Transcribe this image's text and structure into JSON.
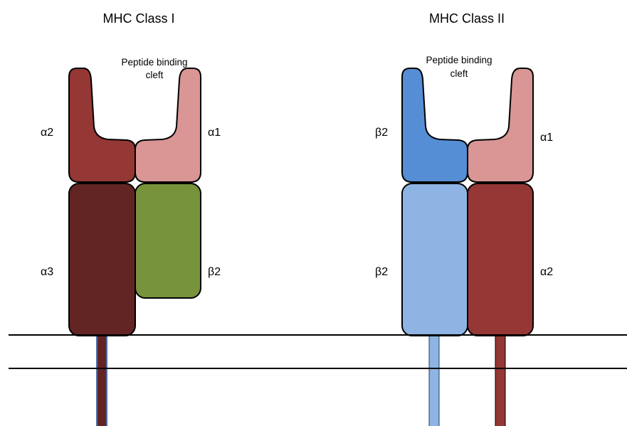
{
  "class_i": {
    "title": "MHC Class I",
    "cleft_line1": "Peptide binding",
    "cleft_line2": "cleft",
    "alpha2_label": "α2",
    "alpha1_label": "α1",
    "alpha3_label": "α3",
    "beta2_label": "β2",
    "colors": {
      "alpha2": "#953735",
      "alpha1": "#d99694",
      "alpha3": "#632523",
      "beta2m": "#77933c",
      "tail": "#632523",
      "tail_edge": "#4f6fa8"
    }
  },
  "class_ii": {
    "title": "MHC Class II",
    "cleft_line1": "Peptide binding",
    "cleft_line2": "cleft",
    "beta2_top_label": "β2",
    "alpha1_label": "α1",
    "beta2_bottom_label": "β2",
    "alpha2_label": "α2",
    "colors": {
      "beta_top": "#558ed5",
      "alpha1": "#d99694",
      "beta_bottom": "#8eb4e3",
      "alpha2": "#953735",
      "beta_tail": "#8eb4e3",
      "alpha_tail": "#953735"
    }
  },
  "membrane_color": "#000000"
}
